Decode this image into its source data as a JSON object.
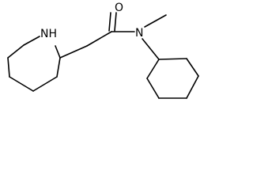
{
  "molecule": {
    "atom_labels": {
      "nh": "NH",
      "o": "O",
      "n": "N"
    },
    "bond_color": "#000000",
    "background": "#ffffff"
  }
}
